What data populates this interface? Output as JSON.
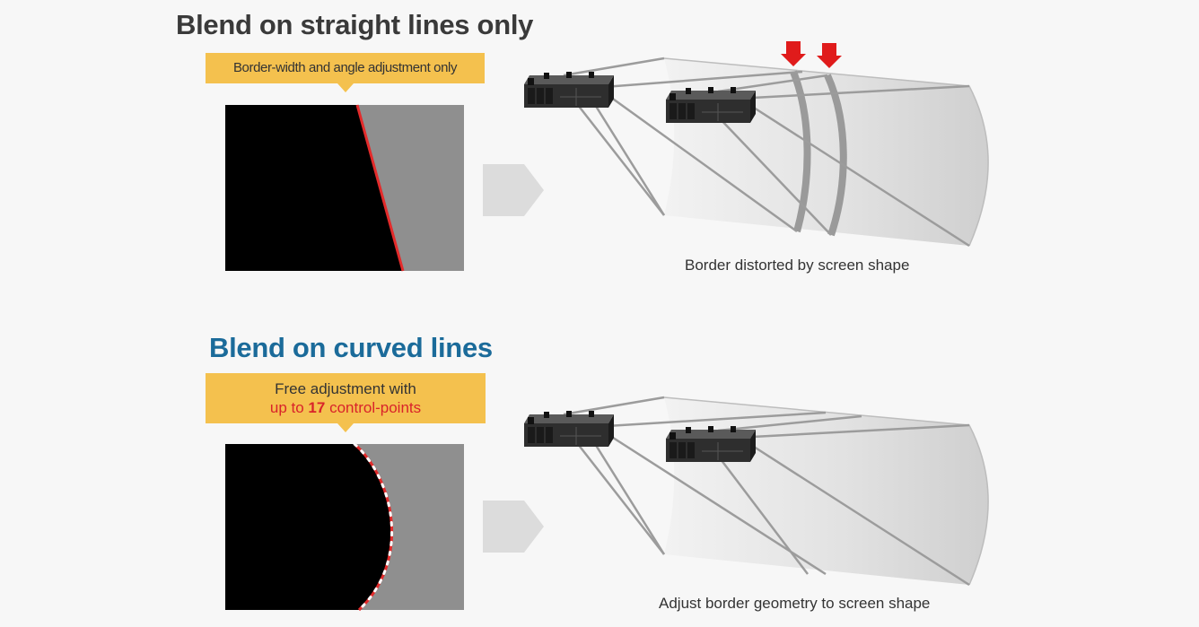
{
  "section_top": {
    "heading": "Blend on straight lines only",
    "heading_color": "#3a3a3a",
    "callout": "Border-width and angle adjustment only",
    "caption": "Border distorted by screen shape"
  },
  "section_bottom": {
    "heading": "Blend on curved lines",
    "heading_color": "#1b6b9a",
    "callout_line1": "Free adjustment with",
    "callout_line2_prefix": "up to ",
    "callout_line2_number": "17",
    "callout_line2_suffix": " control-points",
    "highlight_color": "#d9232a",
    "caption": "Adjust border geometry to screen shape"
  },
  "colors": {
    "callout_bg": "#f4c14e",
    "blend_border": "#e32b2b",
    "screen_fill": "#e0e0e0",
    "arrow": "#dcdcdc",
    "marker": "#e01b1b"
  },
  "icons": [
    "projector-icon",
    "down-arrow-marker-icon",
    "next-arrow-icon"
  ]
}
